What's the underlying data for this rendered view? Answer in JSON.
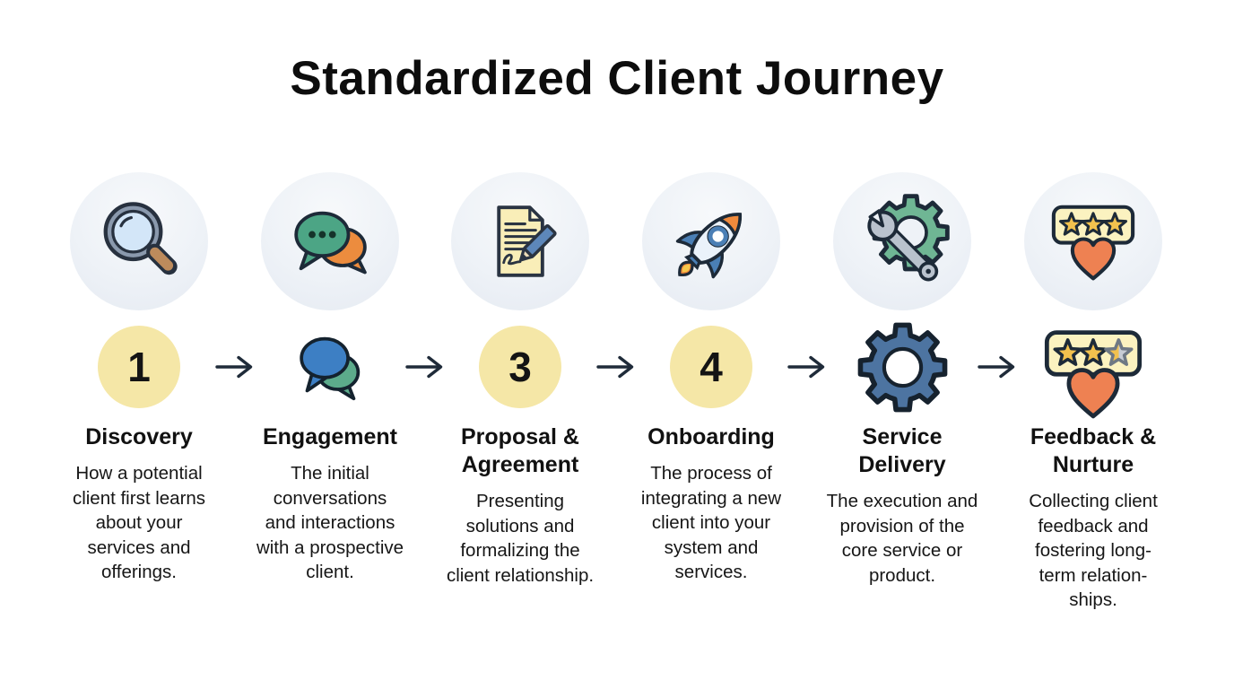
{
  "title": "Standardized Client Journey",
  "stages": [
    {
      "title": "Discovery",
      "top_icon": "magnifier-icon",
      "marker": {
        "type": "number",
        "value": "1"
      },
      "description": "How a potential\nclient first learns\nabout your\nservices and\nofferings."
    },
    {
      "title": "Engagement",
      "top_icon": "chat-bubbles-icon",
      "marker": {
        "type": "icon",
        "value": "chat-bubbles-icon"
      },
      "description": "The initial\nconversations\nand interactions\nwith a prospective\nclient."
    },
    {
      "title": "Proposal &\nAgreement",
      "top_icon": "signed-document-icon",
      "marker": {
        "type": "number",
        "value": "3"
      },
      "description": "Presenting\nsolutions and\nformalizing the\nclient relationship."
    },
    {
      "title": "Onboarding",
      "top_icon": "rocket-icon",
      "marker": {
        "type": "number",
        "value": "4"
      },
      "description": "The process of\nintegrating a new\nclient into your\nsystem and\nservices."
    },
    {
      "title": "Service\nDelivery",
      "top_icon": "wrench-gear-icon",
      "marker": {
        "type": "icon",
        "value": "gear-icon"
      },
      "description": "The execution and\nprovision of the\ncore service or\nproduct."
    },
    {
      "title": "Feedback &\nNurture",
      "top_icon": "rating-stars-heart-icon",
      "marker": {
        "type": "icon",
        "value": "rating-stars-heart-icon"
      },
      "description": "Collecting client\nfeedback and\nfostering long-\nterm relation-\nships."
    }
  ],
  "flow": {
    "arrow_icon": "right-arrow-icon",
    "arrow_count": 5
  },
  "colors": {
    "background": "#ffffff",
    "outline_dark": "#1d2a38",
    "step_circle_yellow": "#f5e7a7",
    "bubble_bg": "#eef2f7",
    "title_text": "#0d0d0d",
    "body_text": "#161616",
    "accent_orange": "#ec8c3e",
    "accent_green": "#4ca585",
    "accent_blue": "#3d7fc4",
    "accent_steel_blue": "#4d74a1",
    "accent_gold": "#f2c14e",
    "accent_heart_orange": "#ee8152",
    "paper_yellow": "#f9eeb8",
    "wrench_gray": "#b9c2cd",
    "handle_brown": "#bd8b5c"
  }
}
